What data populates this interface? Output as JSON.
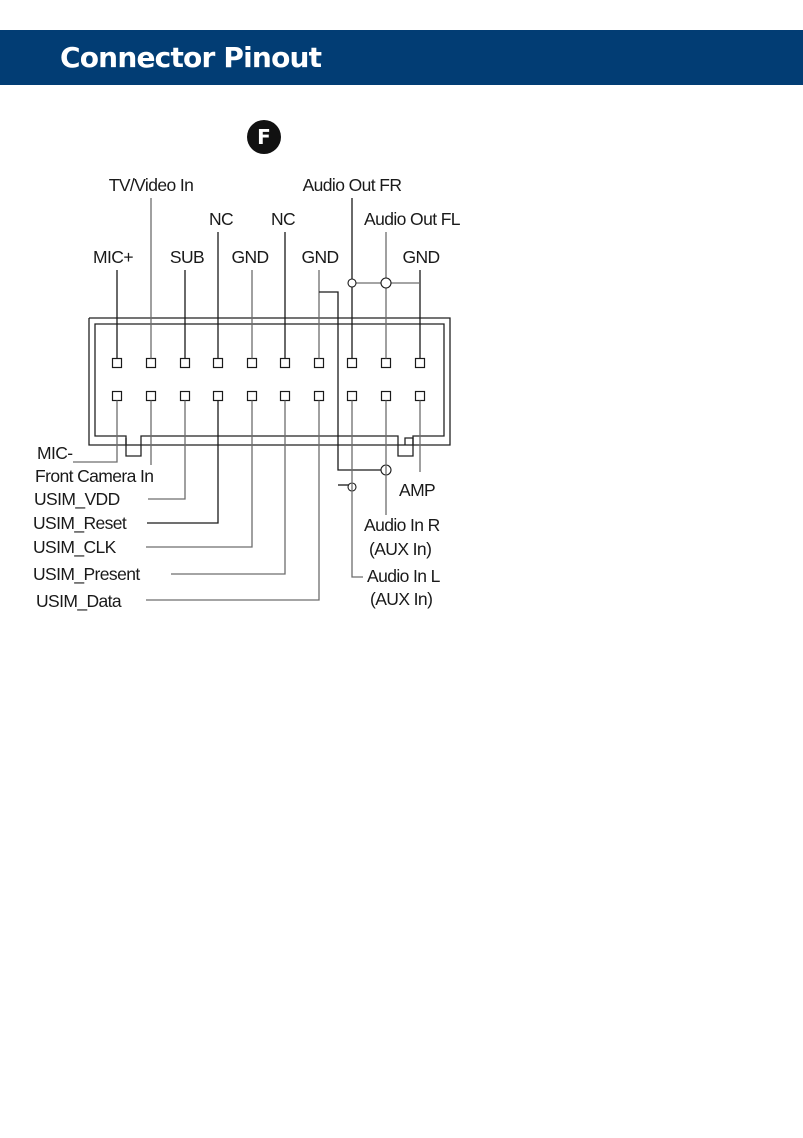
{
  "header": {
    "title": "Connector Pinout",
    "background": "#023d74"
  },
  "connector": {
    "id_badge": "F",
    "pin_columns": 10,
    "pin_rows": 2,
    "top_labels": [
      {
        "pin": 1,
        "label": "MIC+"
      },
      {
        "pin": 2,
        "label": "TV/Video In"
      },
      {
        "pin": 3,
        "label": "SUB"
      },
      {
        "pin": 4,
        "label": "NC"
      },
      {
        "pin": 5,
        "label": "GND"
      },
      {
        "pin": 6,
        "label": "NC"
      },
      {
        "pin": 7,
        "label": "GND"
      },
      {
        "pin": 8,
        "label": "Audio Out FR"
      },
      {
        "pin": 9,
        "label": "Audio Out FL"
      },
      {
        "pin": 10,
        "label": "GND"
      }
    ],
    "bottom_labels": [
      {
        "pin": 1,
        "label": "MIC-"
      },
      {
        "pin": 2,
        "label": "Front Camera In"
      },
      {
        "pin": 3,
        "label": "USIM_VDD"
      },
      {
        "pin": 4,
        "label": "USIM_Reset"
      },
      {
        "pin": 5,
        "label": "USIM_CLK"
      },
      {
        "pin": 6,
        "label": "USIM_Present"
      },
      {
        "pin": 7,
        "label": "USIM_Data"
      },
      {
        "pin": 8,
        "label": "Audio In L",
        "sub": "(AUX In)"
      },
      {
        "pin": 9,
        "label": "Audio In R",
        "sub": "(AUX In)"
      },
      {
        "pin": 10,
        "label": "AMP"
      }
    ]
  }
}
